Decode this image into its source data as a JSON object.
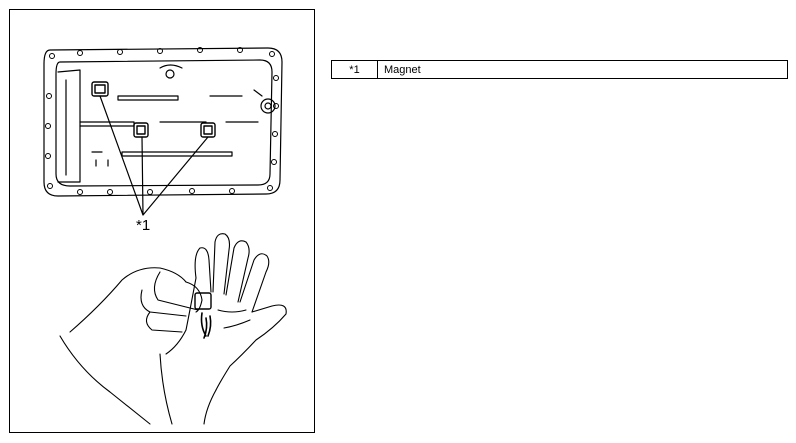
{
  "figure": {
    "callout": "*1"
  },
  "legend": {
    "rows": [
      {
        "key": "*1",
        "label": "Magnet"
      }
    ]
  },
  "icons": [
    "oil-pan-illustration",
    "magnet-icon",
    "hands-cleaning-magnet-illustration"
  ]
}
